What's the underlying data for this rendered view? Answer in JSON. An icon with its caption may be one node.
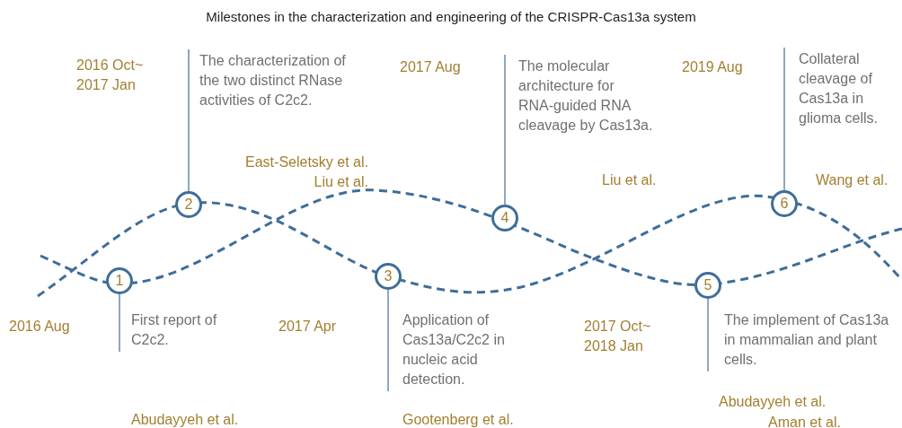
{
  "diagram": {
    "title": "Milestones in the characterization and engineering of the CRISPR-Cas13a system",
    "nodes": [
      {
        "text": [
          "1"
        ]
      },
      {
        "text": [
          "2"
        ]
      },
      {
        "text": [
          "3"
        ]
      },
      {
        "text": [
          "4"
        ]
      },
      {
        "text": [
          "5"
        ]
      },
      {
        "text": [
          "6"
        ]
      },
      {
        "text": [
          "First report of C2c2."
        ]
      },
      {
        "text": [
          "The characterization of the two distinct RNase activities of C2c2."
        ]
      },
      {
        "text": [
          "Application of Cas13a/C2c2 in nucleic acid detection."
        ]
      },
      {
        "text": [
          "The molecular architecture for RNA-guided RNA cleavage by Cas13a."
        ]
      },
      {
        "text": [
          "The implement of Cas13a in mammalian and plant cells."
        ]
      },
      {
        "text": [
          "Collateral cleavage of Cas13a in glioma cells."
        ]
      }
    ],
    "edges": [
      {
        "from": 0,
        "to": 6,
        "arrow": "none"
      },
      {
        "from": 1,
        "to": 7,
        "arrow": "none"
      },
      {
        "from": 2,
        "to": 8,
        "arrow": "none"
      },
      {
        "from": 3,
        "to": 9,
        "arrow": "none"
      },
      {
        "from": 4,
        "to": 10,
        "arrow": "none"
      },
      {
        "from": 5,
        "to": 11,
        "arrow": "none"
      }
    ],
    "labels": [
      "2016 Oct~ 2017 Jan",
      "2017 Aug",
      "2019 Aug",
      "East-Seletsky et al.",
      "Liu et al.",
      "Liu et al.",
      "Wang et al.",
      "2016 Aug",
      "2017 Apr",
      "2017 Oct~ 2018 Jan",
      "Abudayyeh et al.",
      "Aman et al.",
      "Abudayyeh et al.",
      "Gootenberg et al."
    ]
  }
}
